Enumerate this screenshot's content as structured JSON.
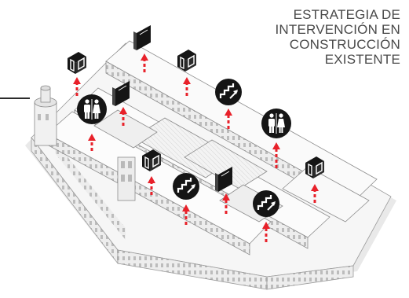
{
  "title_lines": [
    "ESTRATEGIA DE",
    "INTERVENCIÓN EN",
    "CONSTRUCCIÓN",
    "EXISTENTE"
  ],
  "colors": {
    "arrow": "#e8212a",
    "icon_fill": "#151515",
    "icon_stroke": "#ffffff",
    "title": "#4a4a4a"
  },
  "icons": [
    {
      "name": "door-icon-1",
      "type": "door"
    },
    {
      "name": "panel-icon-1",
      "type": "panel"
    },
    {
      "name": "door-icon-2",
      "type": "door"
    },
    {
      "name": "toilet-icon-1",
      "type": "toilet"
    },
    {
      "name": "panel-icon-2",
      "type": "panel"
    },
    {
      "name": "stairs-icon-1",
      "type": "stairs"
    },
    {
      "name": "toilet-icon-2",
      "type": "toilet"
    },
    {
      "name": "door-icon-3",
      "type": "door"
    },
    {
      "name": "stairs-icon-2",
      "type": "stairs"
    },
    {
      "name": "panel-icon-3",
      "type": "panel"
    },
    {
      "name": "stairs-icon-3",
      "type": "stairs"
    },
    {
      "name": "door-icon-4",
      "type": "door"
    }
  ]
}
